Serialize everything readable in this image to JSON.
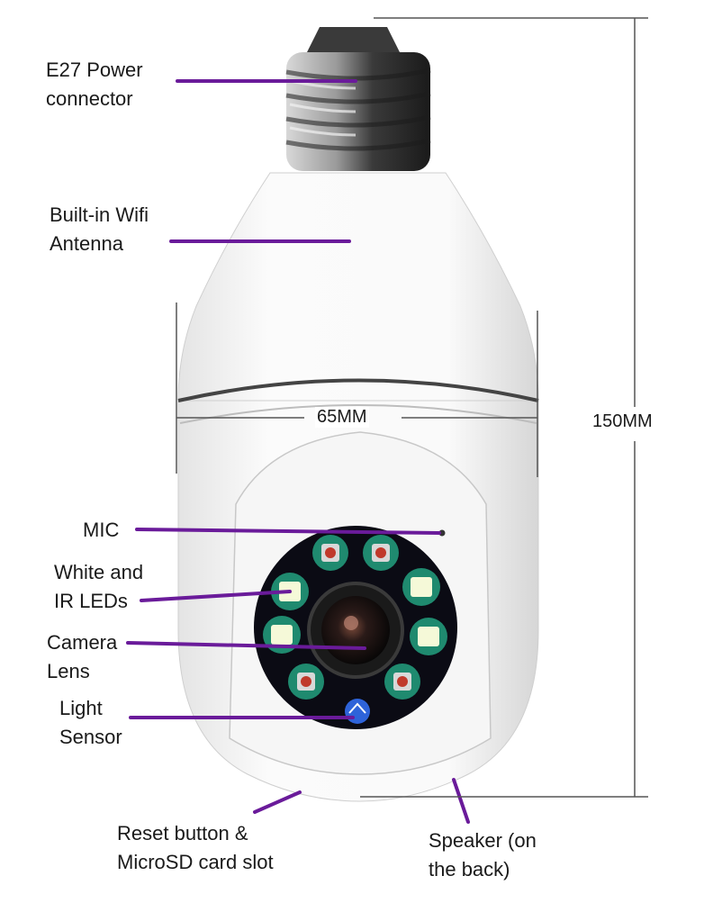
{
  "labels": {
    "e27": {
      "line1": "E27  Power",
      "line2": "connector"
    },
    "wifi": {
      "line1": "Built-in Wifi",
      "line2": "Antenna"
    },
    "mic": {
      "line1": "MIC"
    },
    "leds": {
      "line1": "White and",
      "line2": "IR LEDs"
    },
    "lens": {
      "line1": "Camera",
      "line2": "Lens"
    },
    "light": {
      "line1": "Light",
      "line2": "Sensor"
    },
    "reset": {
      "line1": "Reset button &",
      "line2": "MicroSD card slot"
    },
    "speaker": {
      "line1": "Speaker (on",
      "line2": "the back)"
    }
  },
  "dimensions": {
    "width": "65MM",
    "height": "150MM"
  },
  "colors": {
    "leader": "#6a1b9a",
    "dimension": "#555555",
    "led_white": "#f5f9d8",
    "led_red": "#c0392b",
    "ring": "#0b0b14",
    "sensor": "#2e63d9"
  }
}
